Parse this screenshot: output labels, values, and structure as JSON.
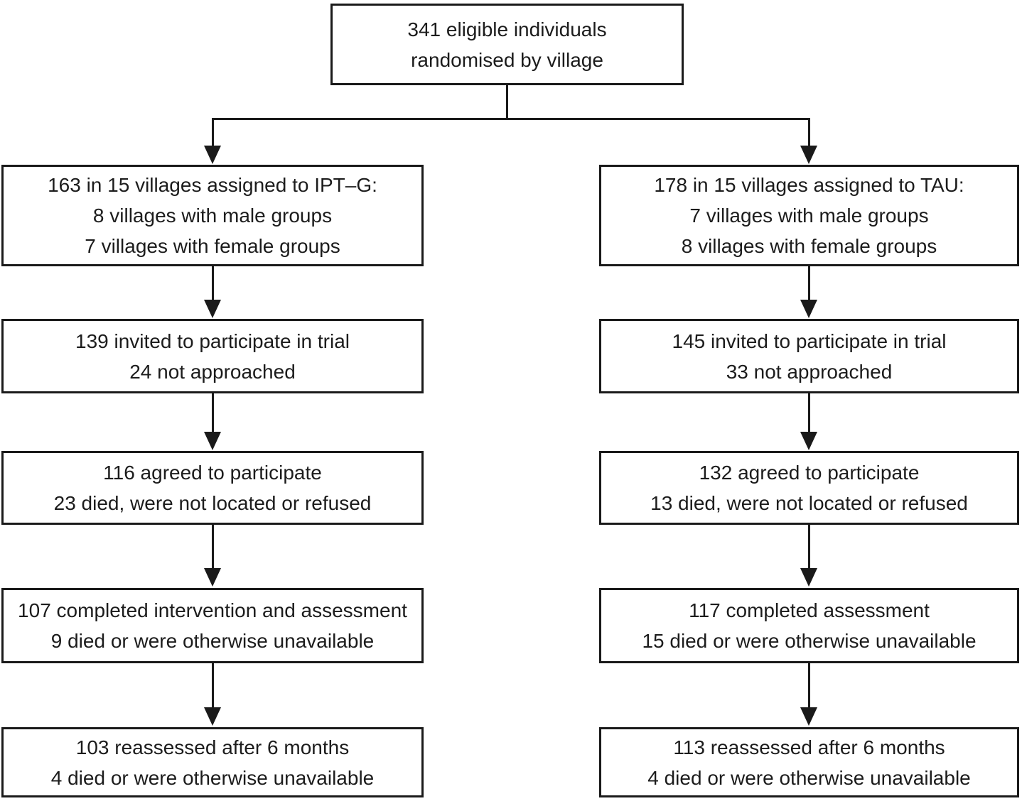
{
  "colors": {
    "line": "#1a1a1a",
    "text": "#1c1c1c",
    "background": "#ffffff"
  },
  "flow": {
    "top": {
      "lines": [
        "341 eligible individuals",
        "randomised by village"
      ]
    },
    "left": [
      {
        "lines": [
          "163 in 15 villages assigned to IPT–G:",
          "8 villages with male groups",
          "7 villages with female groups"
        ]
      },
      {
        "lines": [
          "139 invited to participate in trial",
          "24 not approached"
        ]
      },
      {
        "lines": [
          "116 agreed to participate",
          "23 died, were not located or refused"
        ]
      },
      {
        "lines": [
          "107 completed intervention and assessment",
          "9 died or were otherwise unavailable"
        ]
      },
      {
        "lines": [
          "103 reassessed after 6 months",
          "4 died or were otherwise unavailable"
        ]
      }
    ],
    "right": [
      {
        "lines": [
          "178 in 15 villages assigned to TAU:",
          "7 villages with male groups",
          "8 villages with female groups"
        ]
      },
      {
        "lines": [
          "145 invited to participate in trial",
          "33 not approached"
        ]
      },
      {
        "lines": [
          "132 agreed to participate",
          "13 died, were not located or refused"
        ]
      },
      {
        "lines": [
          "117 completed assessment",
          "15 died or were otherwise unavailable"
        ]
      },
      {
        "lines": [
          "113 reassessed after 6 months",
          "4 died or were otherwise unavailable"
        ]
      }
    ]
  }
}
